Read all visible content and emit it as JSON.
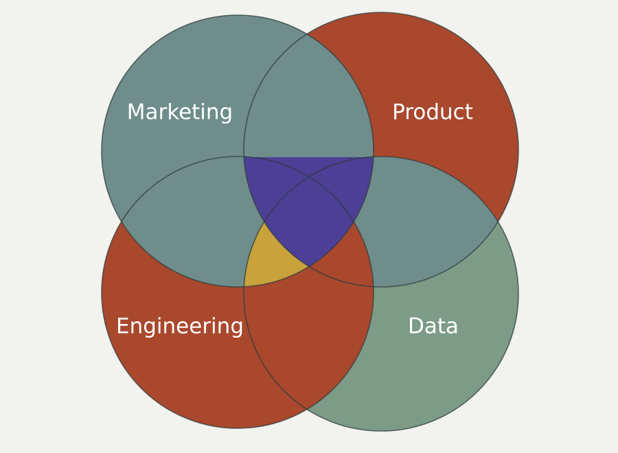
{
  "diagram": {
    "type": "venn",
    "sets": [
      {
        "id": "marketing",
        "label": "Marketing",
        "color": "#6f8d8a"
      },
      {
        "id": "product",
        "label": "Product",
        "color": "#a9482d"
      },
      {
        "id": "engineering",
        "label": "Engineering",
        "color": "#a9482d"
      },
      {
        "id": "data",
        "label": "Data",
        "color": "#7d9b87"
      }
    ],
    "highlights": [
      {
        "sets": [
          "marketing",
          "product",
          "engineering"
        ],
        "color": "#4d3f96"
      },
      {
        "sets": [
          "engineering",
          "data",
          "marketing"
        ],
        "color": "#c9a23b"
      }
    ]
  }
}
